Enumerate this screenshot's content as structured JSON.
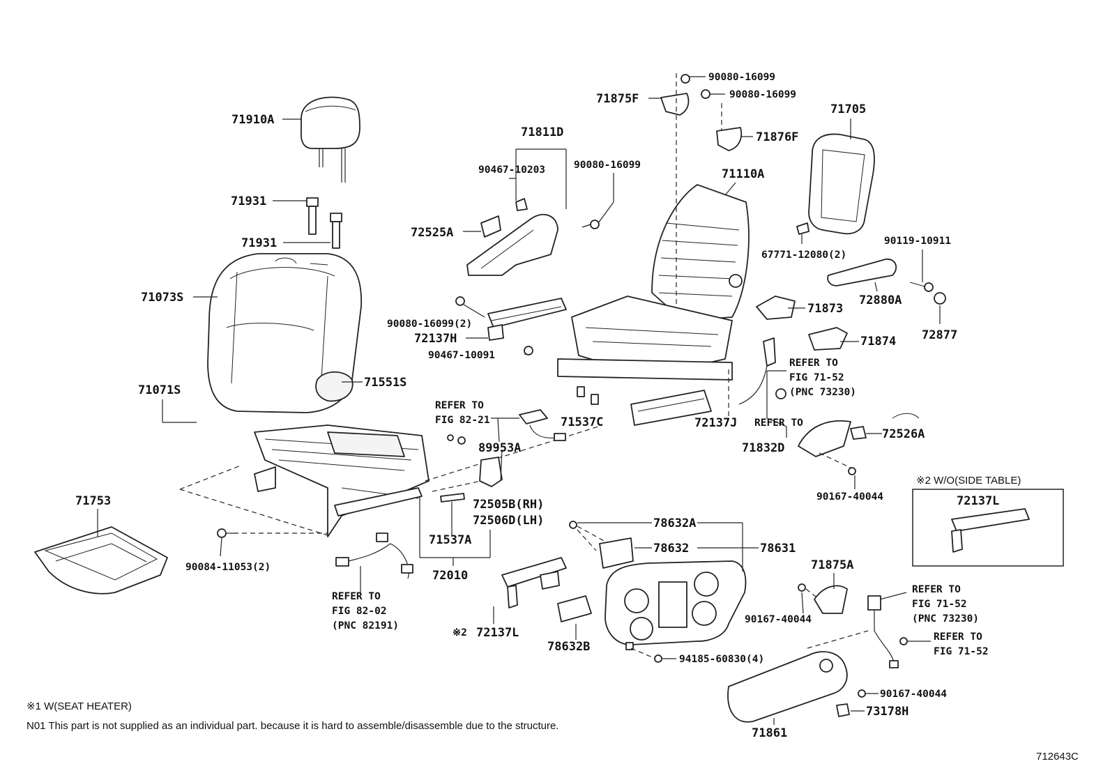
{
  "diagram": {
    "figure_code": "712643C",
    "notes": {
      "note1": "※1 W(SEAT HEATER)",
      "note2": "N01 This part is not supplied as an individual part. because it is hard to assemble/disassemble due to the structure."
    },
    "inset": {
      "title": "※2 W/O(SIDE TABLE)",
      "part": "72137L"
    },
    "labels": {
      "p71910A": "71910A",
      "p71931_a": "71931",
      "p71931_b": "71931",
      "p71073S": "71073S",
      "p71071S": "71071S",
      "p71551S": "71551S",
      "p71753": "71753",
      "p90084": "90084-11053(2)",
      "p71811D": "71811D",
      "p90467_10203": "90467-10203",
      "p90080_a": "90080-16099",
      "p72525A": "72525A",
      "p90080_2": "90080-16099(2)",
      "p72137H": "72137H",
      "p90467_10091": "90467-10091",
      "p71875F": "71875F",
      "p90080_b": "90080-16099",
      "p90080_c": "90080-16099",
      "p71876F": "71876F",
      "p71110A": "71110A",
      "p71705": "71705",
      "p67771": "67771-12080(2)",
      "p90119": "90119-10911",
      "p72880A": "72880A",
      "p72877": "72877",
      "p71873": "71873",
      "p71874": "71874",
      "p71537C": "71537C",
      "p72137J": "72137J",
      "p71832D": "71832D",
      "p72526A": "72526A",
      "p90167_a": "90167-40044",
      "p89953A": "89953A",
      "p72505B": "72505B(RH)",
      "p72506D": "72506D(LH)",
      "p71537A": "71537A",
      "p72010": "72010",
      "p78632A": "78632A",
      "p78632": "78632",
      "p78631": "78631",
      "p78632B": "78632B",
      "p94185": "94185-60830(4)",
      "p72137L": "72137L",
      "p72137L_mark": "※2",
      "p71875A": "71875A",
      "p90167_b": "90167-40044",
      "p90167_c": "90167-40044",
      "p73178H": "73178H",
      "p71861": "71861"
    },
    "references": {
      "ref_82_21": [
        "REFER TO",
        "FIG 82-21"
      ],
      "ref_82_02": [
        "REFER TO",
        "FIG 82-02",
        "(PNC 82191)"
      ],
      "ref_71_52_a": [
        "REFER TO",
        "FIG 71-52",
        "(PNC 73230)"
      ],
      "ref_71_52_b": [
        "REFER TO",
        "FIG 71-52",
        "(PNC 73230)"
      ],
      "ref_71_52_c": [
        "REFER TO",
        "FIG 71-52"
      ],
      "ref_partial": "REFER TO"
    }
  }
}
